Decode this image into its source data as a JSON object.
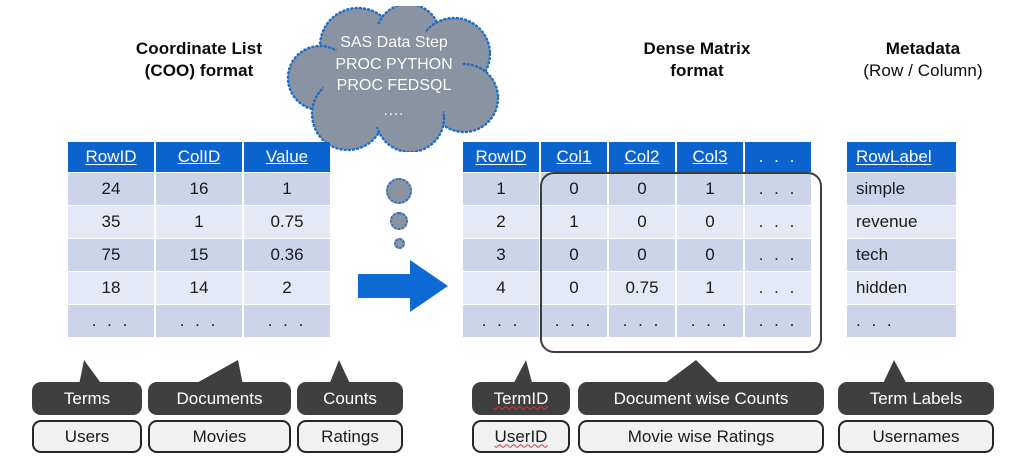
{
  "titles": {
    "coo_line1": "Coordinate List",
    "coo_line2": "(COO) format",
    "dense_line1": "Dense Matrix",
    "dense_line2": "format",
    "meta_line1": "Metadata",
    "meta_line2": "(Row / Column)"
  },
  "cloud": {
    "line1": "SAS Data Step",
    "line2": "PROC PYTHON",
    "line3": "PROC FEDSQL",
    "line4": "...."
  },
  "coo_table": {
    "headers": [
      "RowID",
      "ColID",
      "Value"
    ],
    "rows": [
      [
        "24",
        "16",
        "1"
      ],
      [
        "35",
        "1",
        "0.75"
      ],
      [
        "75",
        "15",
        "0.36"
      ],
      [
        "18",
        "14",
        "2"
      ],
      [
        ". . .",
        ". . .",
        ". . ."
      ]
    ]
  },
  "dense_table": {
    "headers": [
      "RowID",
      "Col1",
      "Col2",
      "Col3",
      ". . ."
    ],
    "rows": [
      [
        "1",
        "0",
        "0",
        "1",
        ". . ."
      ],
      [
        "2",
        "1",
        "0",
        "0",
        ". . ."
      ],
      [
        "3",
        "0",
        "0",
        "0",
        ". . ."
      ],
      [
        "4",
        "0",
        "0.75",
        "1",
        ". . ."
      ],
      [
        ". . .",
        ". . .",
        ". . .",
        ". . .",
        ". . ."
      ]
    ]
  },
  "meta_table": {
    "headers": [
      "RowLabel"
    ],
    "rows": [
      [
        "simple"
      ],
      [
        "revenue"
      ],
      [
        "tech"
      ],
      [
        "hidden"
      ],
      [
        ". . ."
      ]
    ]
  },
  "callouts": {
    "terms": {
      "dark": "Terms",
      "light": "Users"
    },
    "documents": {
      "dark": "Documents",
      "light": "Movies"
    },
    "counts": {
      "dark": "Counts",
      "light": "Ratings"
    },
    "termid": {
      "dark": "TermID",
      "light": "UserID"
    },
    "docwise": {
      "dark": "Document wise Counts",
      "light": "Movie wise Ratings"
    },
    "termlabels": {
      "dark": "Term Labels",
      "light": "Usernames"
    }
  },
  "colors": {
    "header_blue": "#0b63ce",
    "arrow_blue": "#0d6ad4",
    "row_odd": "#ccd4ea",
    "row_even": "#e4e9f5",
    "cloud_gray": "#8a93a1",
    "cloud_outline": "#1f6fc4",
    "callout_dark": "#3f3f3f",
    "callout_light": "#f1f1f1",
    "spellcheck_red": "#e03131"
  }
}
